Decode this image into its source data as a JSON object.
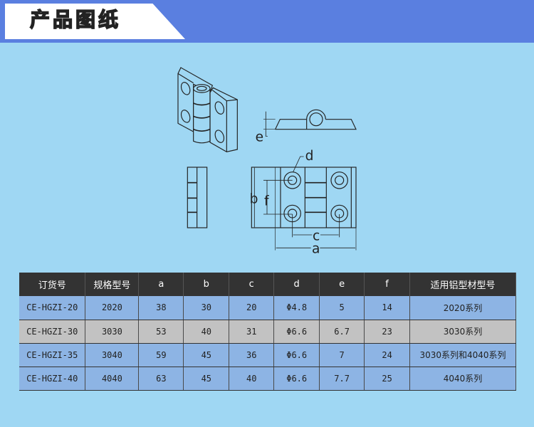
{
  "header": {
    "title": "产品图纸"
  },
  "drawing": {
    "labels": {
      "a": "a",
      "b": "b",
      "c": "c",
      "d": "d",
      "e": "e",
      "f": "f"
    }
  },
  "table": {
    "columns": [
      "订货号",
      "规格型号",
      "a",
      "b",
      "c",
      "d",
      "e",
      "f",
      "适用铝型材型号"
    ],
    "rows": [
      [
        "CE-HGZI-20",
        "2020",
        "38",
        "30",
        "20",
        "Φ4.8",
        "5",
        "14",
        "2020系列"
      ],
      [
        "CE-HGZI-30",
        "3030",
        "53",
        "40",
        "31",
        "Φ6.6",
        "6.7",
        "23",
        "3030系列"
      ],
      [
        "CE-HGZI-35",
        "3040",
        "59",
        "45",
        "36",
        "Φ6.6",
        "7",
        "24",
        "3030系列和4040系列"
      ],
      [
        "CE-HGZI-40",
        "4040",
        "63",
        "45",
        "40",
        "Φ6.6",
        "7.7",
        "25",
        "4040系列"
      ]
    ]
  },
  "colors": {
    "header_bar": "#5a7fe0",
    "background": "#9fd7f3",
    "table_header": "#333333",
    "row_blue": "#8db4e4",
    "row_gray": "#c2c2c2"
  }
}
